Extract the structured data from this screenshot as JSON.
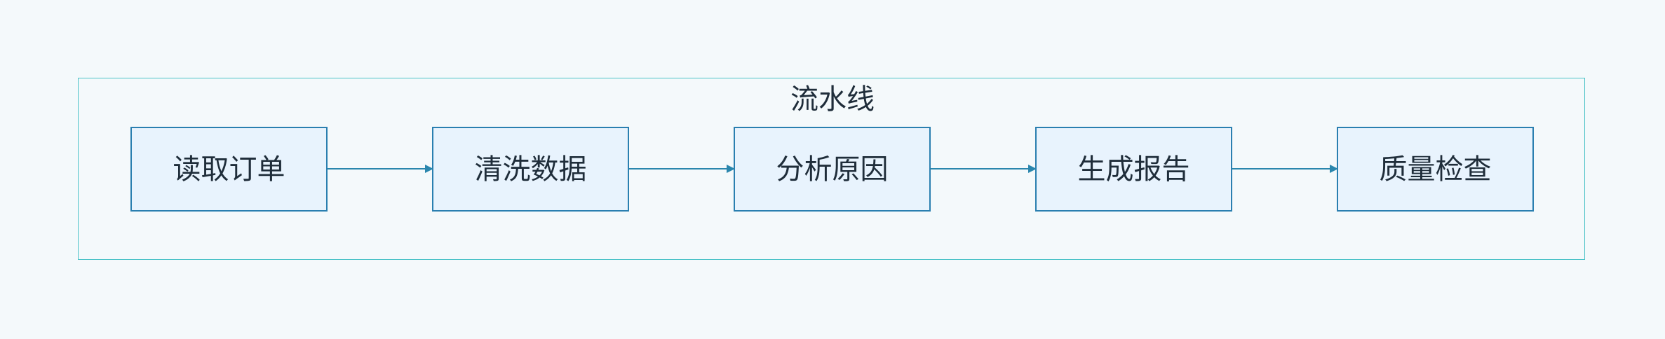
{
  "group": {
    "title": "流水线"
  },
  "nodes": [
    {
      "label": "读取订单"
    },
    {
      "label": "清洗数据"
    },
    {
      "label": "分析原因"
    },
    {
      "label": "生成报告"
    },
    {
      "label": "质量检查"
    }
  ],
  "colors": {
    "background": "#f4f9fb",
    "group_border": "#4cc3c8",
    "node_fill": "#e8f3fd",
    "node_border": "#2a7fb0",
    "arrow": "#2a86ad",
    "text": "#1f2d3a"
  }
}
